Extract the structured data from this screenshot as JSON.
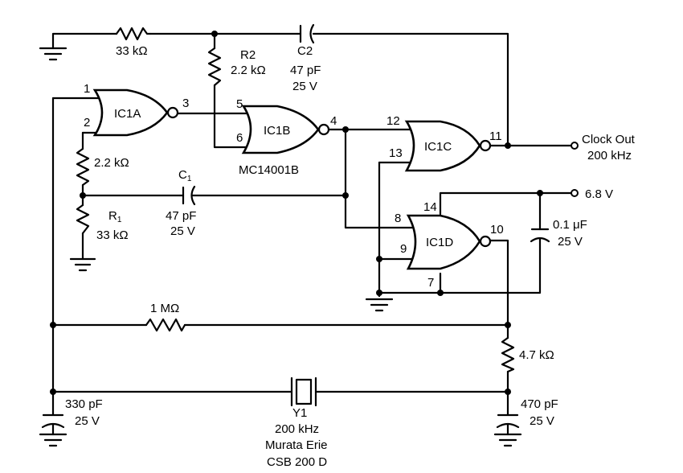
{
  "gates": {
    "ic1a": "IC1A",
    "ic1b": "IC1B",
    "ic1c": "IC1C",
    "ic1d": "IC1D",
    "chip": "MC14001B"
  },
  "pins": {
    "p1": "1",
    "p2": "2",
    "p3": "3",
    "p4": "4",
    "p5": "5",
    "p6": "6",
    "p7": "7",
    "p8": "8",
    "p9": "9",
    "p10": "10",
    "p11": "11",
    "p12": "12",
    "p13": "13",
    "p14": "14"
  },
  "components": {
    "r_top_value": "33 kΩ",
    "r2_name": "R2",
    "r2_value": "2.2 kΩ",
    "c2_name": "C2",
    "c2_value": "47 pF",
    "c2_voltage": "25 V",
    "r_left_value": "2.2 kΩ",
    "c1_name": "C",
    "c1_sub": "1",
    "c1_value": "47 pF",
    "c1_voltage": "25 V",
    "r1_name": "R",
    "r1_sub": "1",
    "r1_value": "33 kΩ",
    "r_fb_value": "1 MΩ",
    "r_out_value": "4.7 kΩ",
    "c_bypass_value": "0.1 μF",
    "c_bypass_voltage": "25 V",
    "c_left_value": "330 pF",
    "c_left_voltage": "25 V",
    "c_right_value": "470 pF",
    "c_right_voltage": "25 V",
    "y1_name": "Y1",
    "y1_freq": "200 kHz",
    "y1_maker": "Murata Erie",
    "y1_part": "CSB 200 D"
  },
  "terminals": {
    "clock_out_label": "Clock Out",
    "clock_out_freq": "200 kHz",
    "supply_label": "6.8 V"
  }
}
